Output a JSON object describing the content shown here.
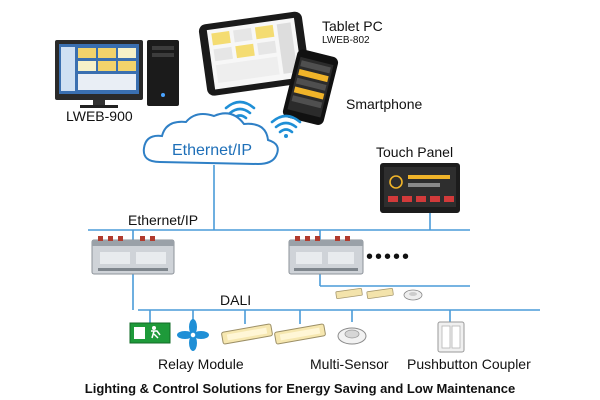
{
  "devices": {
    "lweb900": {
      "label": "LWEB-900"
    },
    "tablet": {
      "title": "Tablet PC",
      "subtitle": "LWEB-802"
    },
    "smartphone": {
      "label": "Smartphone"
    },
    "touch_panel": {
      "label": "Touch Panel"
    }
  },
  "network": {
    "cloud_label": "Ethernet/IP",
    "bus_label": "Ethernet/IP",
    "dali_label": "DALI",
    "more_indicator": "•••••"
  },
  "dali_devices": {
    "relay_module": "Relay Module",
    "multi_sensor": "Multi-Sensor",
    "pushbutton_coupler": "Pushbutton Coupler"
  },
  "caption": "Lighting & Control Solutions for Energy Saving and Low Maintenance",
  "colors": {
    "line": "#4a9bd8",
    "cloud_stroke": "#2f80c6",
    "exit_green": "#1e9a3a",
    "fan_blue": "#1f8fd6"
  },
  "icons": [
    "desktop-pc-icon",
    "tablet-icon",
    "smartphone-icon",
    "wifi-icon",
    "cloud-icon",
    "touch-panel-icon",
    "controller-icon",
    "exit-sign-icon",
    "fan-icon",
    "light-fixture-icon",
    "sensor-icon",
    "pushbutton-icon"
  ]
}
